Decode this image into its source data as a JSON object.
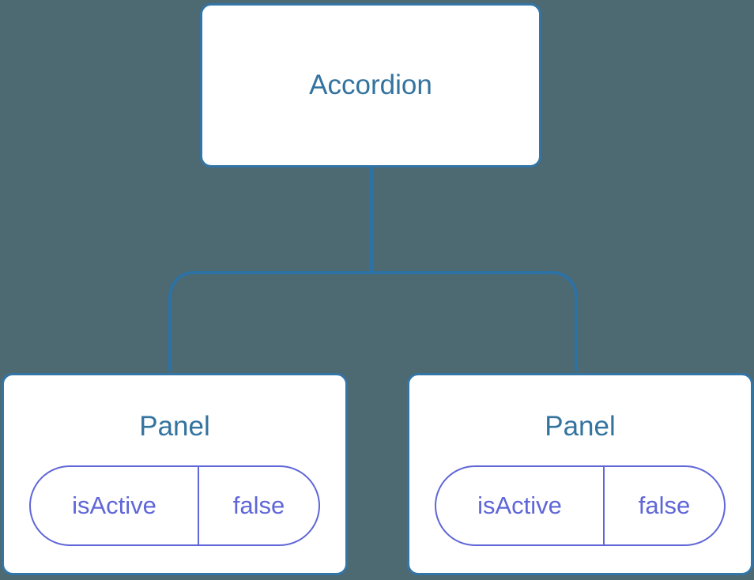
{
  "diagram": {
    "background_color": "#4D6972",
    "colors": {
      "connector": "#2D72A5",
      "card_border": "#3375A6",
      "card_background": "#FFFFFF",
      "node_label": "#33739F",
      "state_accent": "#5F66D8"
    },
    "root": {
      "label": "Accordion"
    },
    "children": [
      {
        "label": "Panel",
        "state": {
          "name": "isActive",
          "value": "false"
        }
      },
      {
        "label": "Panel",
        "state": {
          "name": "isActive",
          "value": "false"
        }
      }
    ]
  }
}
